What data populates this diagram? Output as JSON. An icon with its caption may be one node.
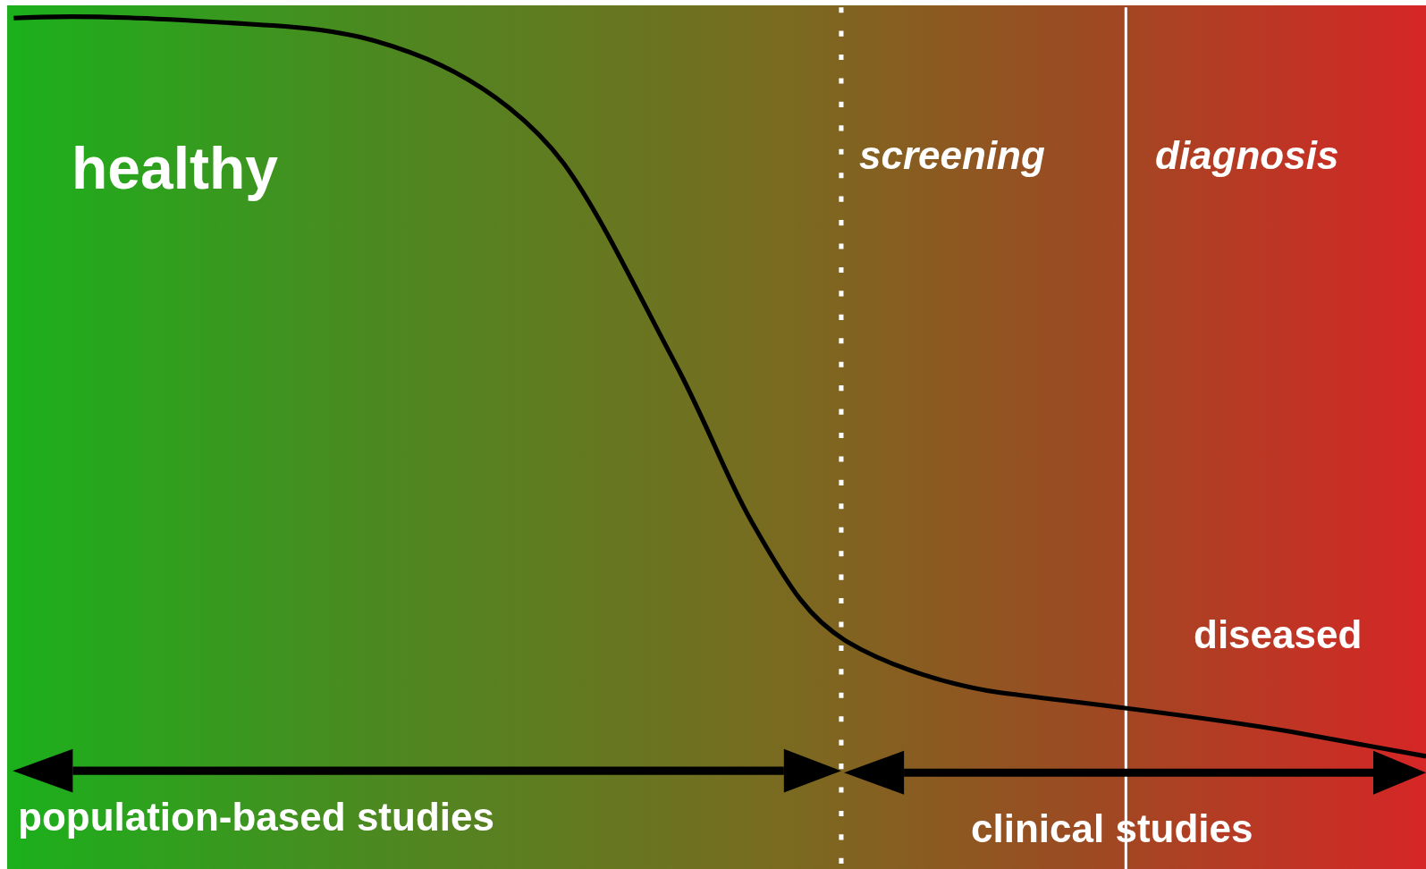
{
  "diagram": {
    "labels": [
      "healthy",
      "screening",
      "diagnosis",
      "diseased",
      "population-based studies",
      "clinical studies"
    ]
  }
}
